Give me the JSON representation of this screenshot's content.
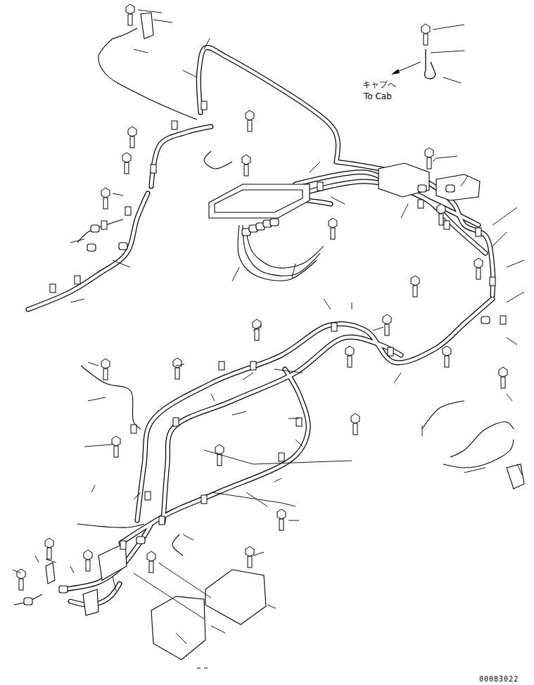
{
  "diagram": {
    "labels": [
      "キャブへ",
      "To Cab",
      "00083022"
    ]
  }
}
